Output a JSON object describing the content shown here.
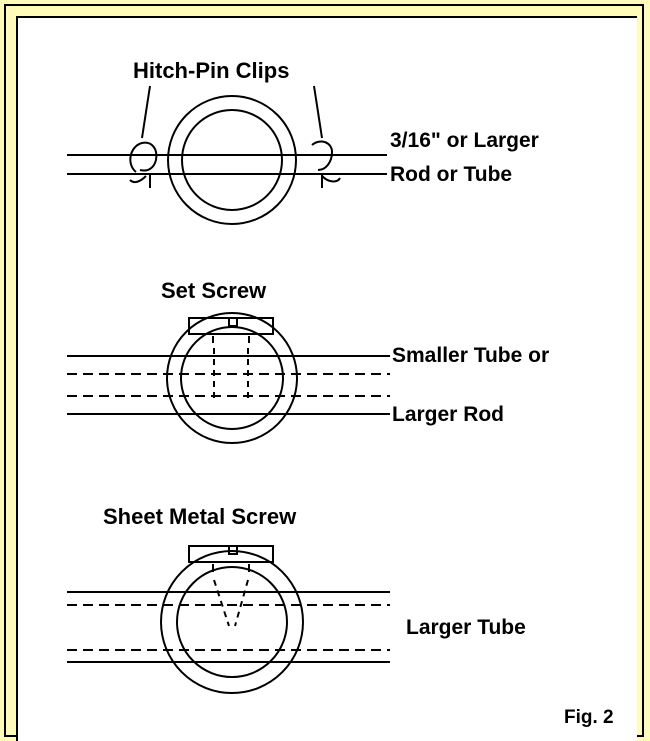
{
  "figure": {
    "mount1": {
      "label": "Hitch-Pin Clips",
      "right_label_line1": "3/16\" or Larger",
      "right_label_line2": "Rod or Tube"
    },
    "mount2": {
      "label": "Set Screw",
      "right_label_line1": "Smaller Tube or",
      "right_label_line2": "Larger Rod"
    },
    "mount3": {
      "label": "Sheet Metal Screw",
      "right_label": "Larger Tube"
    },
    "caption": "Fig. 2"
  },
  "colors": {
    "background": "#fffbb8",
    "panel": "#ffffff",
    "ink": "#000000"
  }
}
